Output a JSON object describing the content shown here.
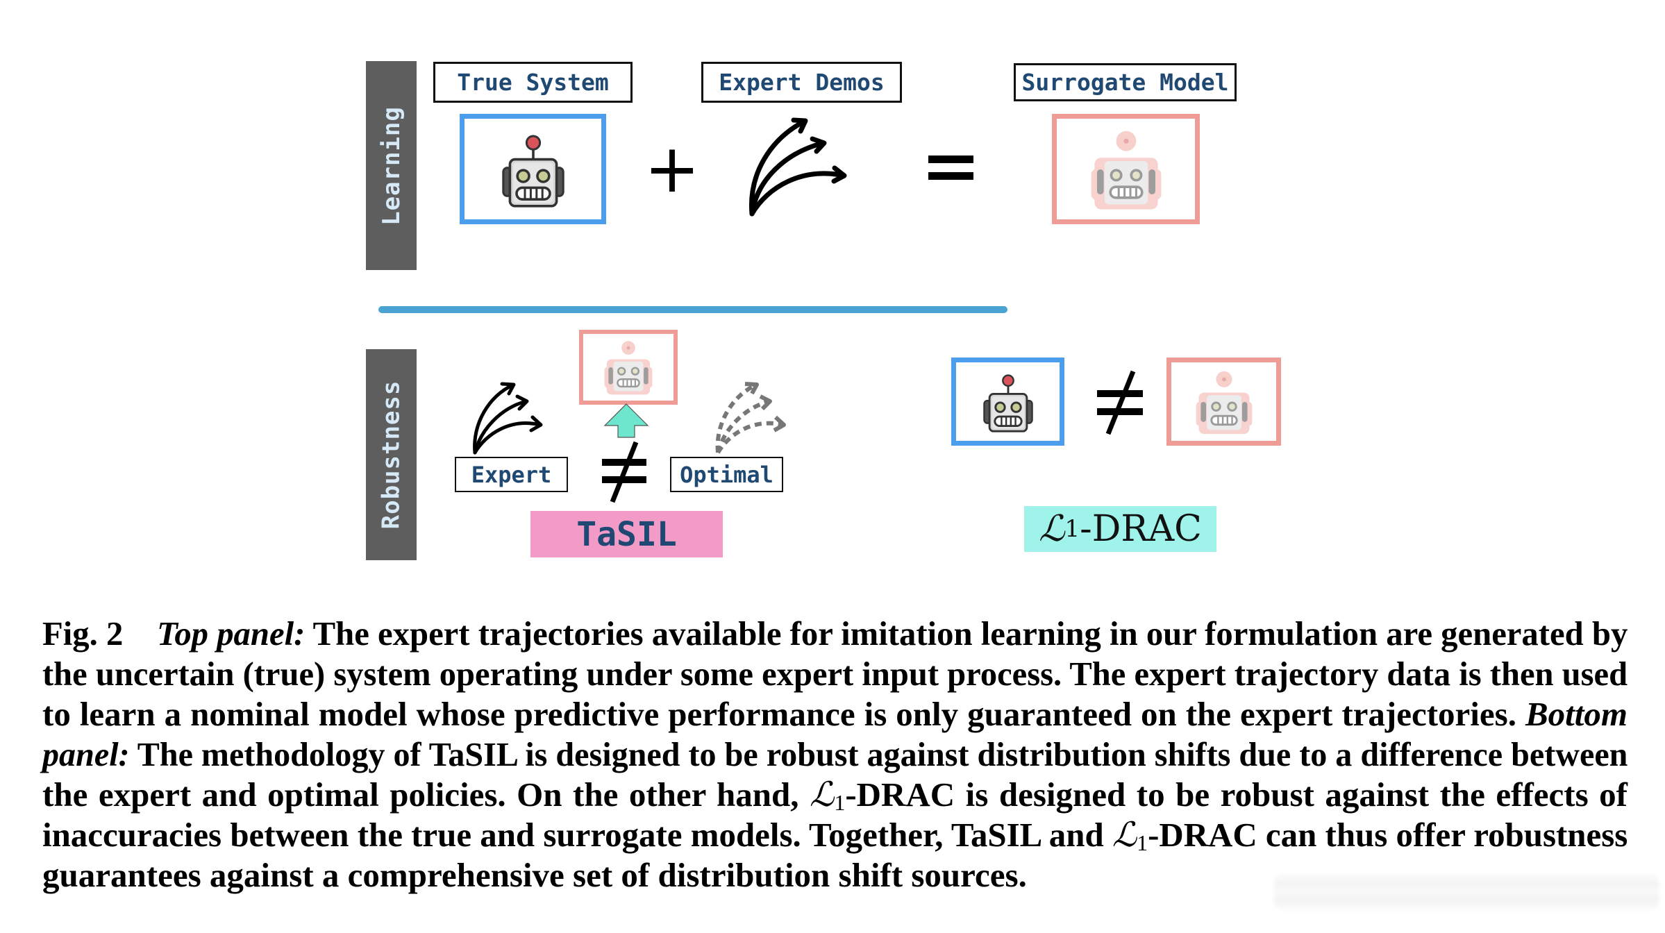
{
  "figure": {
    "top_panel": {
      "side_label": "Learning",
      "true_system_label": "True System",
      "expert_demos_label": "Expert Demos",
      "surrogate_model_label": "Surrogate Model",
      "plus_symbol": "+",
      "equals_symbol": "="
    },
    "bottom_panel": {
      "side_label": "Robustness",
      "expert_label": "Expert",
      "optimal_label": "Optimal",
      "not_equal_symbol": "≠",
      "tasil_label": "TaSIL",
      "drac_script": "ℒ",
      "drac_subscript": "1",
      "drac_suffix": "-DRAC"
    },
    "colors": {
      "true_system_frame": "#4b9ded",
      "surrogate_frame": "#ef9c97",
      "divider": "#4aa3d2",
      "tasil_bg": "#f19bc6",
      "drac_bg": "#a0f3ea",
      "up_arrow": "#6ee5cd",
      "label_text": "#1f4872",
      "side_bar": "#5e5e5e"
    }
  },
  "caption": {
    "line1": {
      "fig": "Fig. 2",
      "italic": "Top panel:",
      "rest": "The expert trajectories available for imitation learning in our formulation are generated by"
    },
    "line2": "the uncertain (true) system operating under some expert input process. The expert trajectory data is then used",
    "line3": {
      "text": "to learn a nominal model whose predictive performance is only guaranteed on the expert trajectories.",
      "italic": "Bottom"
    },
    "line4": {
      "italic": "panel:",
      "text": "The methodology of TaSIL is designed to be robust against distribution shifts due to a difference between"
    },
    "line5": {
      "pre": "the expert and optimal policies. On the other hand,",
      "script": "ℒ",
      "sub": "1",
      "post": "-DRAC is designed to be robust against the effects of"
    },
    "line6": {
      "pre": "inaccuracies between the true and surrogate models. Together, TaSIL and",
      "script": "ℒ",
      "sub": "1",
      "post": "-DRAC can thus offer robustness"
    },
    "line7": "guarantees against a comprehensive set of distribution shift sources."
  }
}
